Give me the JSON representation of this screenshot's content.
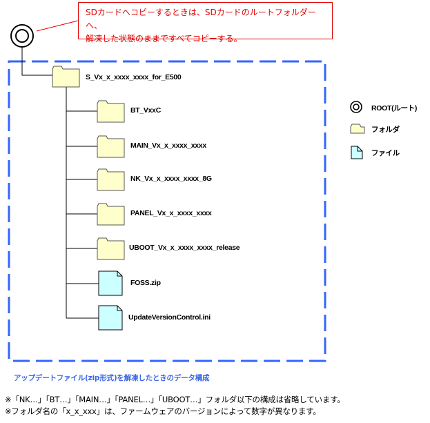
{
  "callout": {
    "line1": "SDカードへコピーするときは、SDカードのルートフォルダーへ、",
    "line2": "解凍した状態のままですべてコピーする。",
    "color": "#e00000"
  },
  "tree": {
    "root_folder": "S_Vx_x_xxxx_xxxx_for_E500",
    "children": [
      {
        "type": "folder",
        "name": "BT_VxxC"
      },
      {
        "type": "folder",
        "name": "MAIN_Vx_x_xxxx_xxxx"
      },
      {
        "type": "folder",
        "name": "NK_Vx_x_xxxx_xxxx_8G"
      },
      {
        "type": "folder",
        "name": "PANEL_Vx_x_xxxx_xxxx"
      },
      {
        "type": "folder",
        "name": "UBOOT_Vx_x_xxxx_xxxx_release"
      },
      {
        "type": "file",
        "name": "FOSS.zip"
      },
      {
        "type": "file",
        "name": "UpdateVersionControl.ini"
      }
    ]
  },
  "legend": {
    "root": "ROOT(ルート)",
    "folder": "フォルダ",
    "file": "ファイル"
  },
  "caption": "アップデートファイル(zip形式)を解凍したときのデータ構成",
  "notes": [
    "※「NK…」「BT…」「MAIN…」「PANEL…」「UBOOT…」フォルダ以下の構成は省略しています。",
    "※フォルダ名の「x_x_xxx」は、ファームウェアのバージョンによって数字が異なります。"
  ],
  "colors": {
    "dashed_box": "#3366ff",
    "folder_fill": "#ffffcc",
    "file_fill": "#ccffff",
    "caption": "#3a66e6"
  }
}
